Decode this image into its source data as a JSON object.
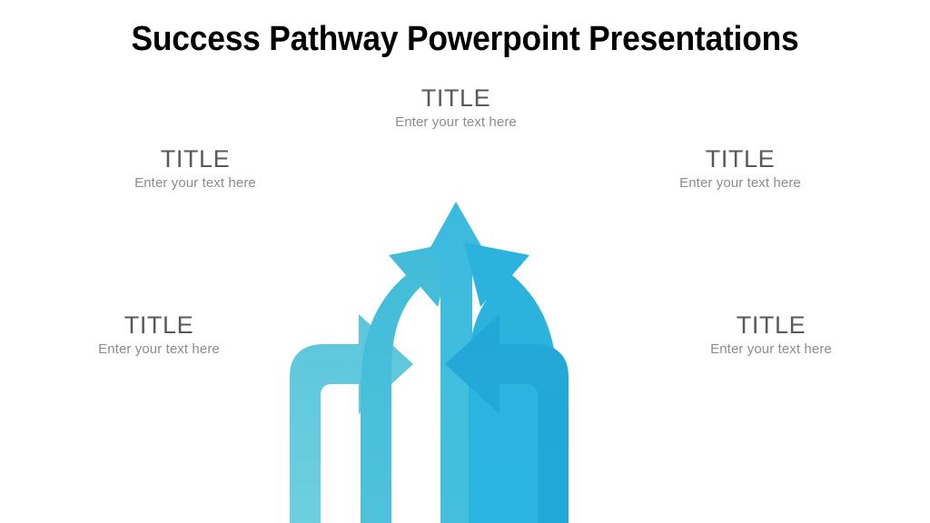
{
  "slide": {
    "title": "Success Pathway Powerpoint Presentations",
    "background_color": "#ffffff",
    "title_color": "#000000"
  },
  "labels": {
    "top": {
      "title": "TITLE",
      "subtitle": "Enter your text here"
    },
    "upper_left": {
      "title": "TITLE",
      "subtitle": "Enter your text here"
    },
    "upper_right": {
      "title": "TITLE",
      "subtitle": "Enter your text here"
    },
    "lower_left": {
      "title": "TITLE",
      "subtitle": "Enter your text here"
    },
    "lower_right": {
      "title": "TITLE",
      "subtitle": "Enter your text here"
    }
  },
  "label_colors": {
    "title": "#595959",
    "subtitle": "#8c8c8c"
  },
  "diagram": {
    "name": "five-branch-pathway-arrows",
    "description": "Five colored arrow branches rising from a shared vertical trunk",
    "branches": [
      {
        "id": "left-horizontal",
        "direction": "left",
        "label_ref": "lower_left",
        "color": "#62c8dc"
      },
      {
        "id": "left-diagonal",
        "direction": "up-left",
        "label_ref": "upper_left",
        "color": "#45bcd8"
      },
      {
        "id": "center-vertical",
        "direction": "up",
        "label_ref": "top",
        "color": "#3fbcdd"
      },
      {
        "id": "right-diagonal",
        "direction": "up-right",
        "label_ref": "upper_right",
        "color": "#2eb5dd"
      },
      {
        "id": "right-horizontal",
        "direction": "right",
        "label_ref": "lower_right",
        "color": "#23a7d8"
      }
    ]
  }
}
